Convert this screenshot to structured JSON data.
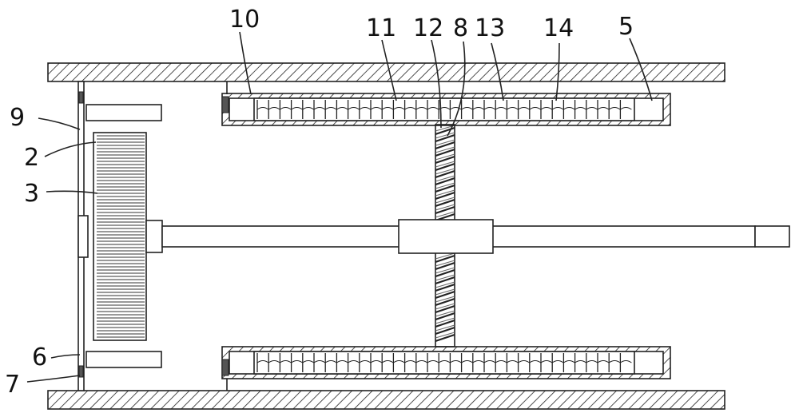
{
  "labels": {
    "l10": "10",
    "l11": "11",
    "l12": "12",
    "l8": "8",
    "l13": "13",
    "l14": "14",
    "l5": "5",
    "l9": "9",
    "l2": "2",
    "l3": "3",
    "l6": "6",
    "l7": "7"
  }
}
